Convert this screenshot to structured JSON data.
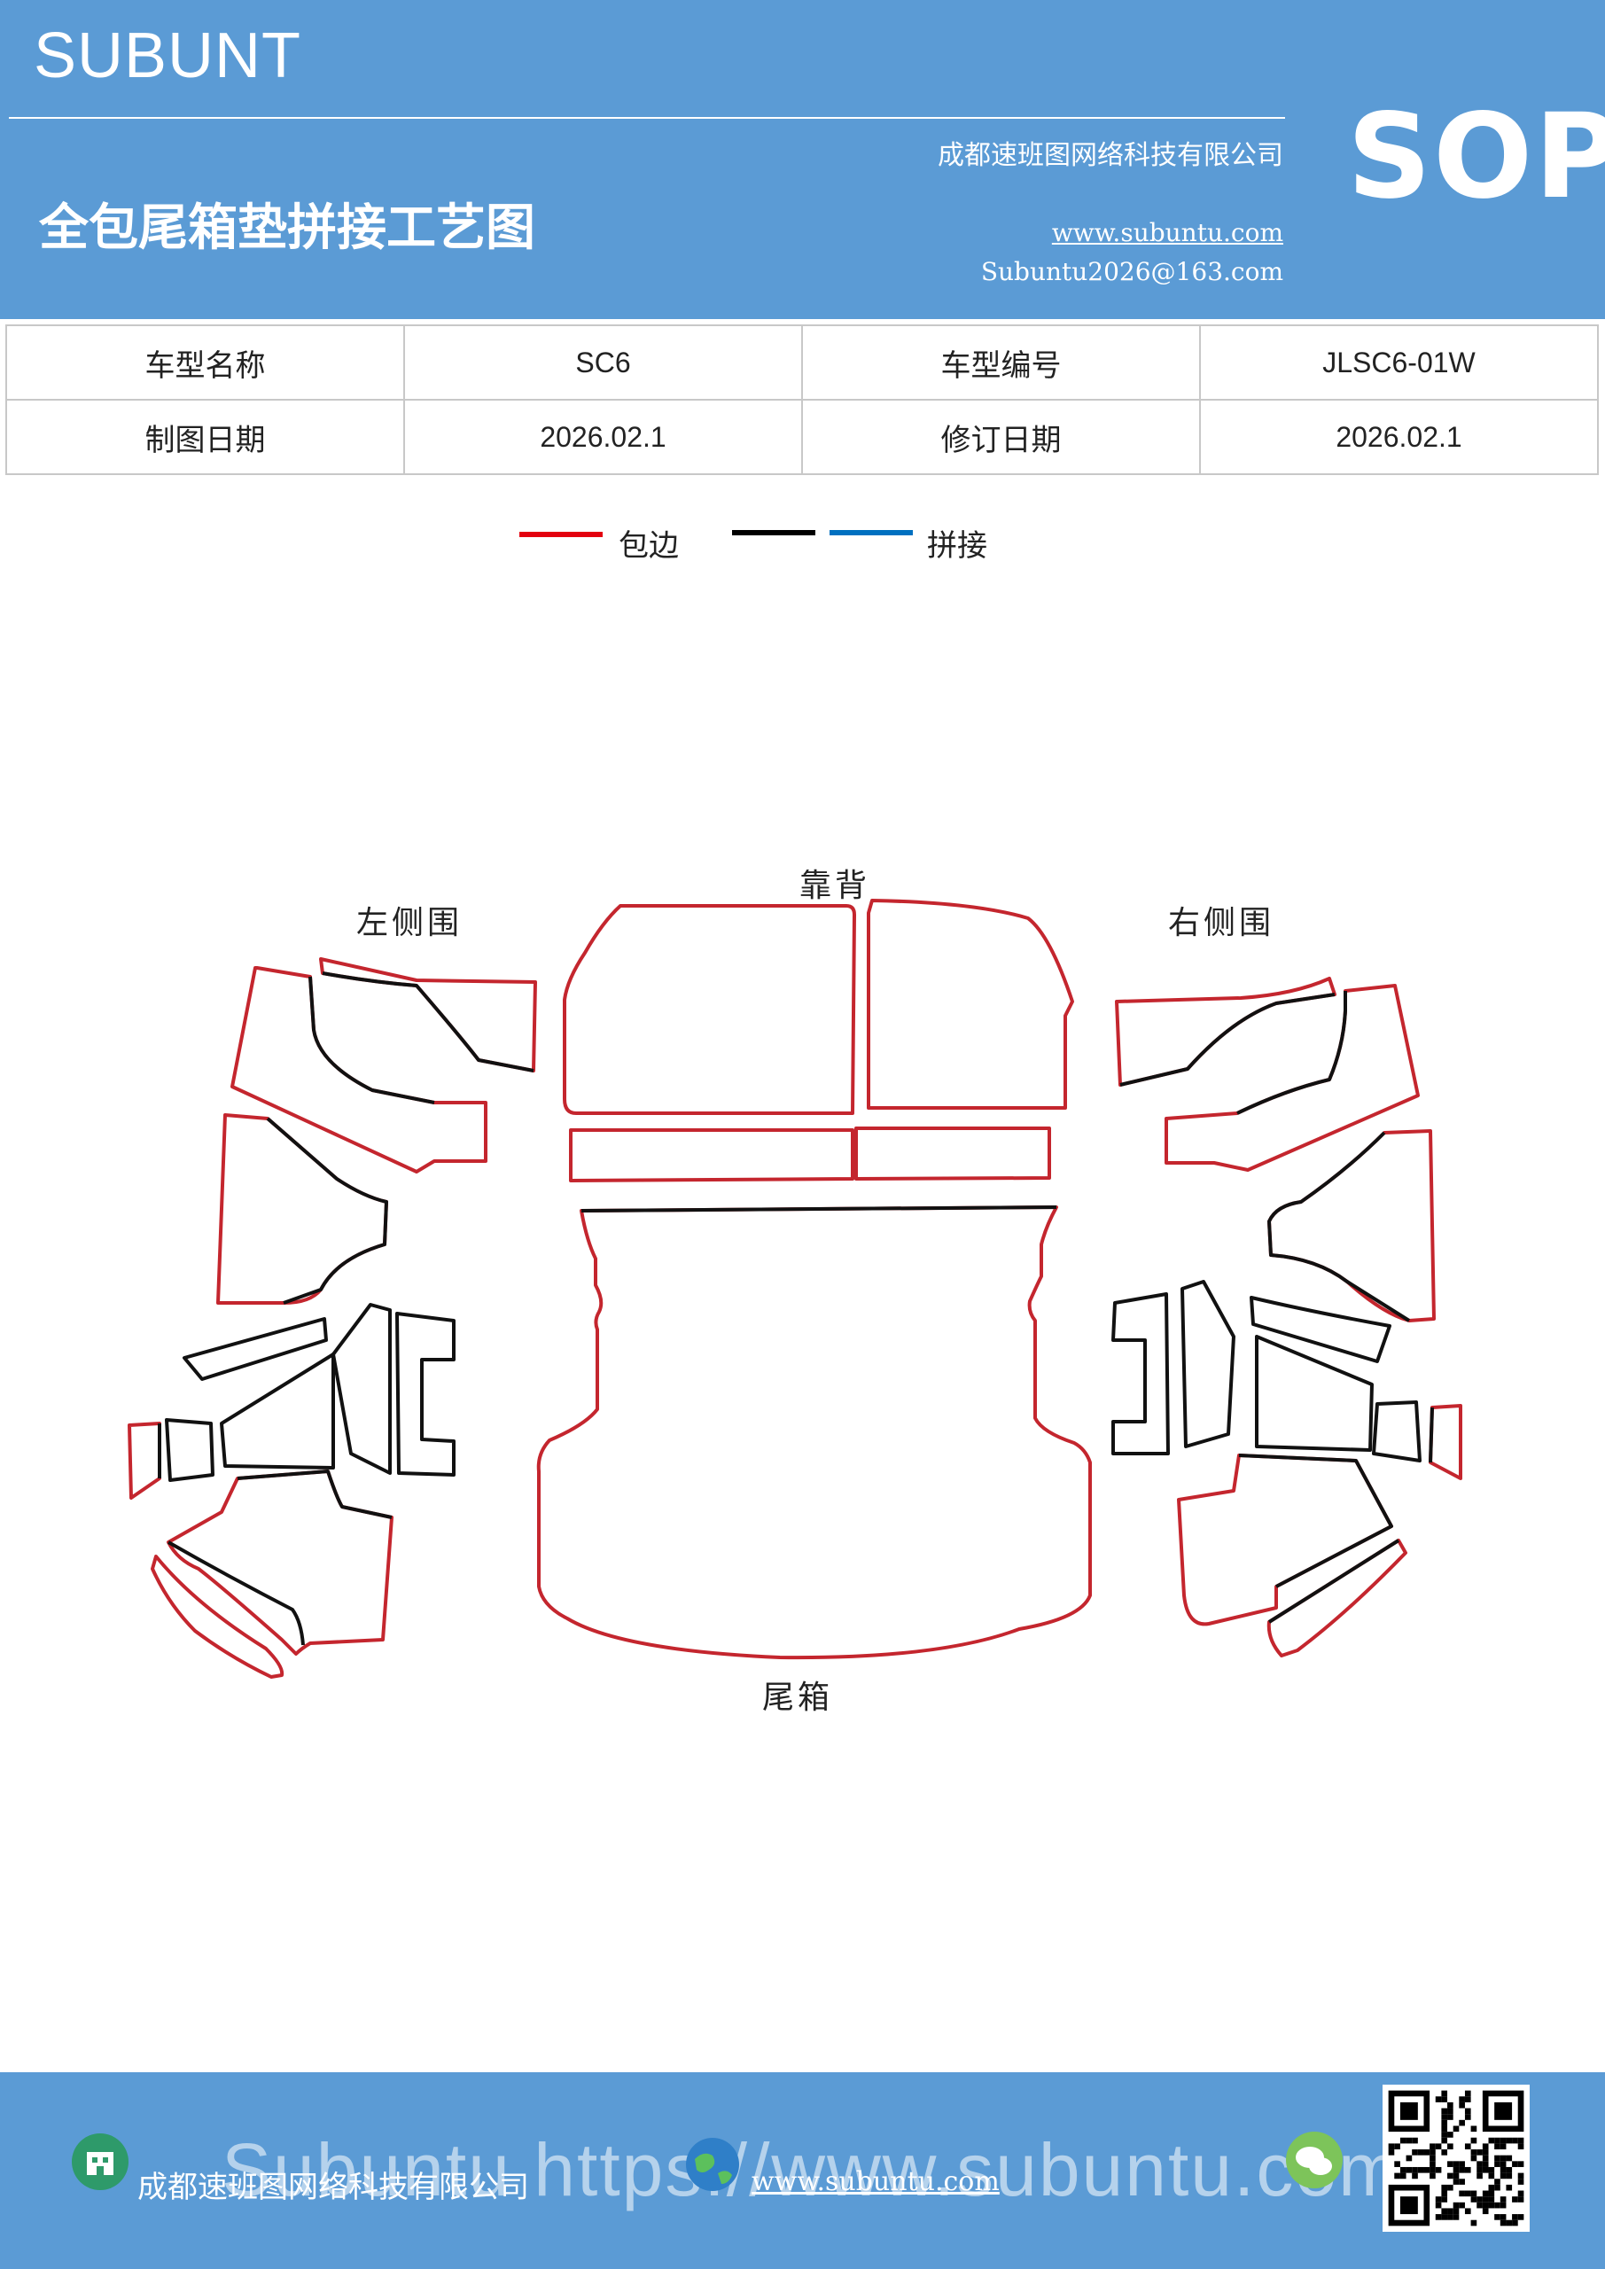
{
  "header": {
    "brand": "SUBUNT",
    "title": "全包尾箱垫拼接工艺图",
    "company": "成都速班图网络科技有限公司",
    "website": "www.subuntu.com",
    "email": "Subuntu2026@163.com",
    "badge": "SOP"
  },
  "info": {
    "model_name_label": "车型名称",
    "model_name": "SC6",
    "model_code_label": "车型编号",
    "model_code": "JLSC6-01W",
    "draw_date_label": "制图日期",
    "draw_date": "2026.02.1",
    "revise_date_label": "修订日期",
    "revise_date": "2026.02.1"
  },
  "legend": {
    "edge_label": "包边",
    "splice_label": "拼接",
    "edge_color": "#e3000f",
    "black_color": "#000000",
    "splice_color": "#0070c0"
  },
  "diagram": {
    "left_side": "左侧围",
    "right_side": "右侧围",
    "backrest": "靠背",
    "trunk": "尾箱",
    "outline_color": "#c4262e",
    "seam_color": "#111111"
  },
  "footer": {
    "company": "成都速班图网络科技有限公司",
    "website": "www.subuntu.com",
    "watermark": "Subuntu  https://www.subuntu.com"
  }
}
